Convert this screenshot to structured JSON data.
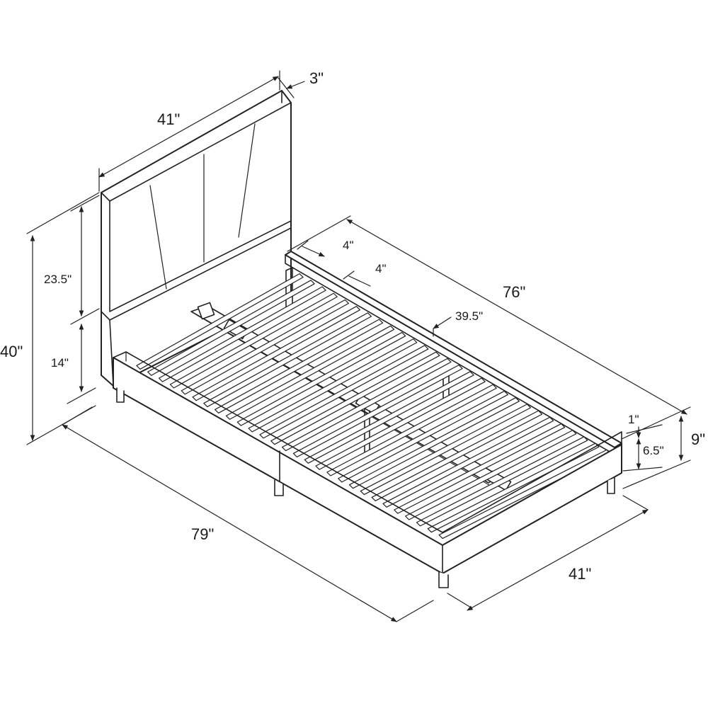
{
  "dimensions": {
    "headboard_width": "41\"",
    "headboard_thickness": "3\"",
    "total_height": "40\"",
    "panel_height": "23.5\"",
    "lower_headboard_height": "14\"",
    "slat_gap": "4\"",
    "slat_width": "4\"",
    "inner_length": "76\"",
    "inner_width": "39.5\"",
    "overall_length": "79\"",
    "overall_width": "41\"",
    "clearance": "1\"",
    "rail_height": "6.5\"",
    "frame_height": "9\""
  }
}
